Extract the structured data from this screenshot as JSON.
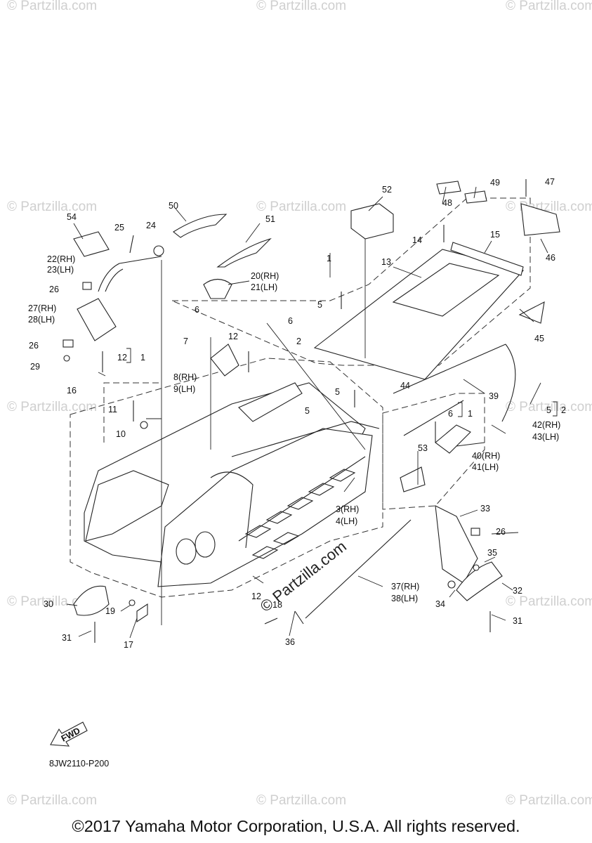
{
  "watermark": "© Partzilla.com",
  "center_watermark": "© Partzilla.com",
  "fwd_label": "FWD",
  "diagram_code": "8JW2110-P200",
  "copyright": "©2017 Yamaha Motor Corporation, U.S.A. All rights reserved.",
  "callouts": {
    "c1": "1",
    "c1b": "1",
    "c1c": "1",
    "c2": "2",
    "c2b": "2",
    "c3": "3(RH)",
    "c4": "4(LH)",
    "c5a": "5",
    "c5b": "5",
    "c5c": "5",
    "c5d": "5",
    "c6a": "6",
    "c6b": "6",
    "c6c": "6",
    "c7": "7",
    "c8": "8(RH)",
    "c9": "9(LH)",
    "c10": "10",
    "c11": "11",
    "c12a": "12",
    "c12b": "12",
    "c12c": "12",
    "c13": "13",
    "c14": "14",
    "c15": "15",
    "c16": "16",
    "c17": "17",
    "c18": "18",
    "c19": "19",
    "c20": "20(RH)",
    "c21": "21(LH)",
    "c22": "22(RH)",
    "c23": "23(LH)",
    "c24": "24",
    "c25": "25",
    "c26a": "26",
    "c26b": "26",
    "c26c": "26",
    "c27": "27(RH)",
    "c28": "28(LH)",
    "c29": "29",
    "c30": "30",
    "c31a": "31",
    "c31b": "31",
    "c32": "32",
    "c33": "33",
    "c34": "34",
    "c35": "35",
    "c36": "36",
    "c37": "37(RH)",
    "c38": "38(LH)",
    "c39": "39",
    "c40": "40(RH)",
    "c41": "41(LH)",
    "c42": "42(RH)",
    "c43": "43(LH)",
    "c44": "44",
    "c45": "45",
    "c46": "46",
    "c47": "47",
    "c48": "48",
    "c49": "49",
    "c50": "50",
    "c51": "51",
    "c52": "52",
    "c53": "53",
    "c54": "54"
  }
}
